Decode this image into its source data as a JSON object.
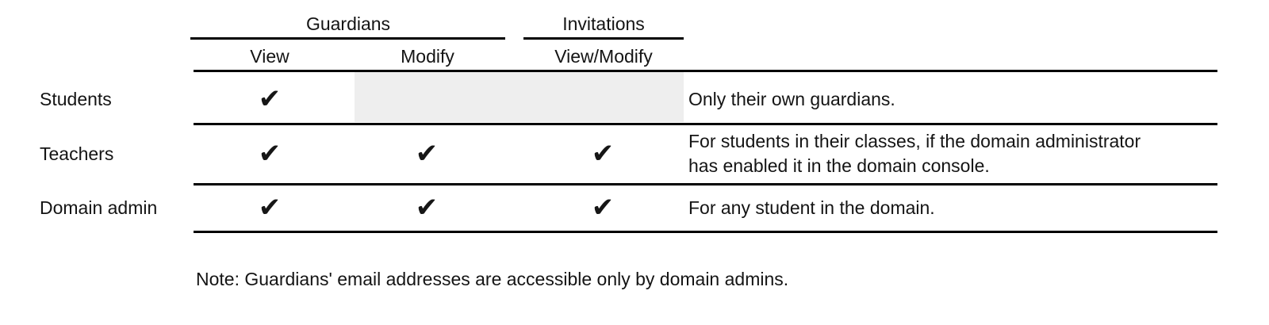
{
  "table": {
    "spanner_headers": [
      {
        "label": "Guardians"
      },
      {
        "label": "Invitations"
      }
    ],
    "column_headers": [
      {
        "label": "View"
      },
      {
        "label": "Modify"
      },
      {
        "label": "View/Modify"
      }
    ],
    "rows": [
      {
        "label": "Students",
        "guardians_view": "✔",
        "guardians_modify": "",
        "invitations_view_modify": "",
        "description": "Only their own guardians."
      },
      {
        "label": "Teachers",
        "guardians_view": "✔",
        "guardians_modify": "✔",
        "invitations_view_modify": "✔",
        "description_line1": "For students in their classes, if the domain administrator",
        "description_line2": "has enabled it in the domain console."
      },
      {
        "label": "Domain admin",
        "guardians_view": "✔",
        "guardians_modify": "✔",
        "invitations_view_modify": "✔",
        "description": "For any student in the domain."
      }
    ],
    "note": "Note: Guardians' email addresses are accessible only by domain admins."
  },
  "colors": {
    "rule": "#000000",
    "shaded_cell": "#eeeeee",
    "text": "#141414",
    "background": "#ffffff"
  }
}
